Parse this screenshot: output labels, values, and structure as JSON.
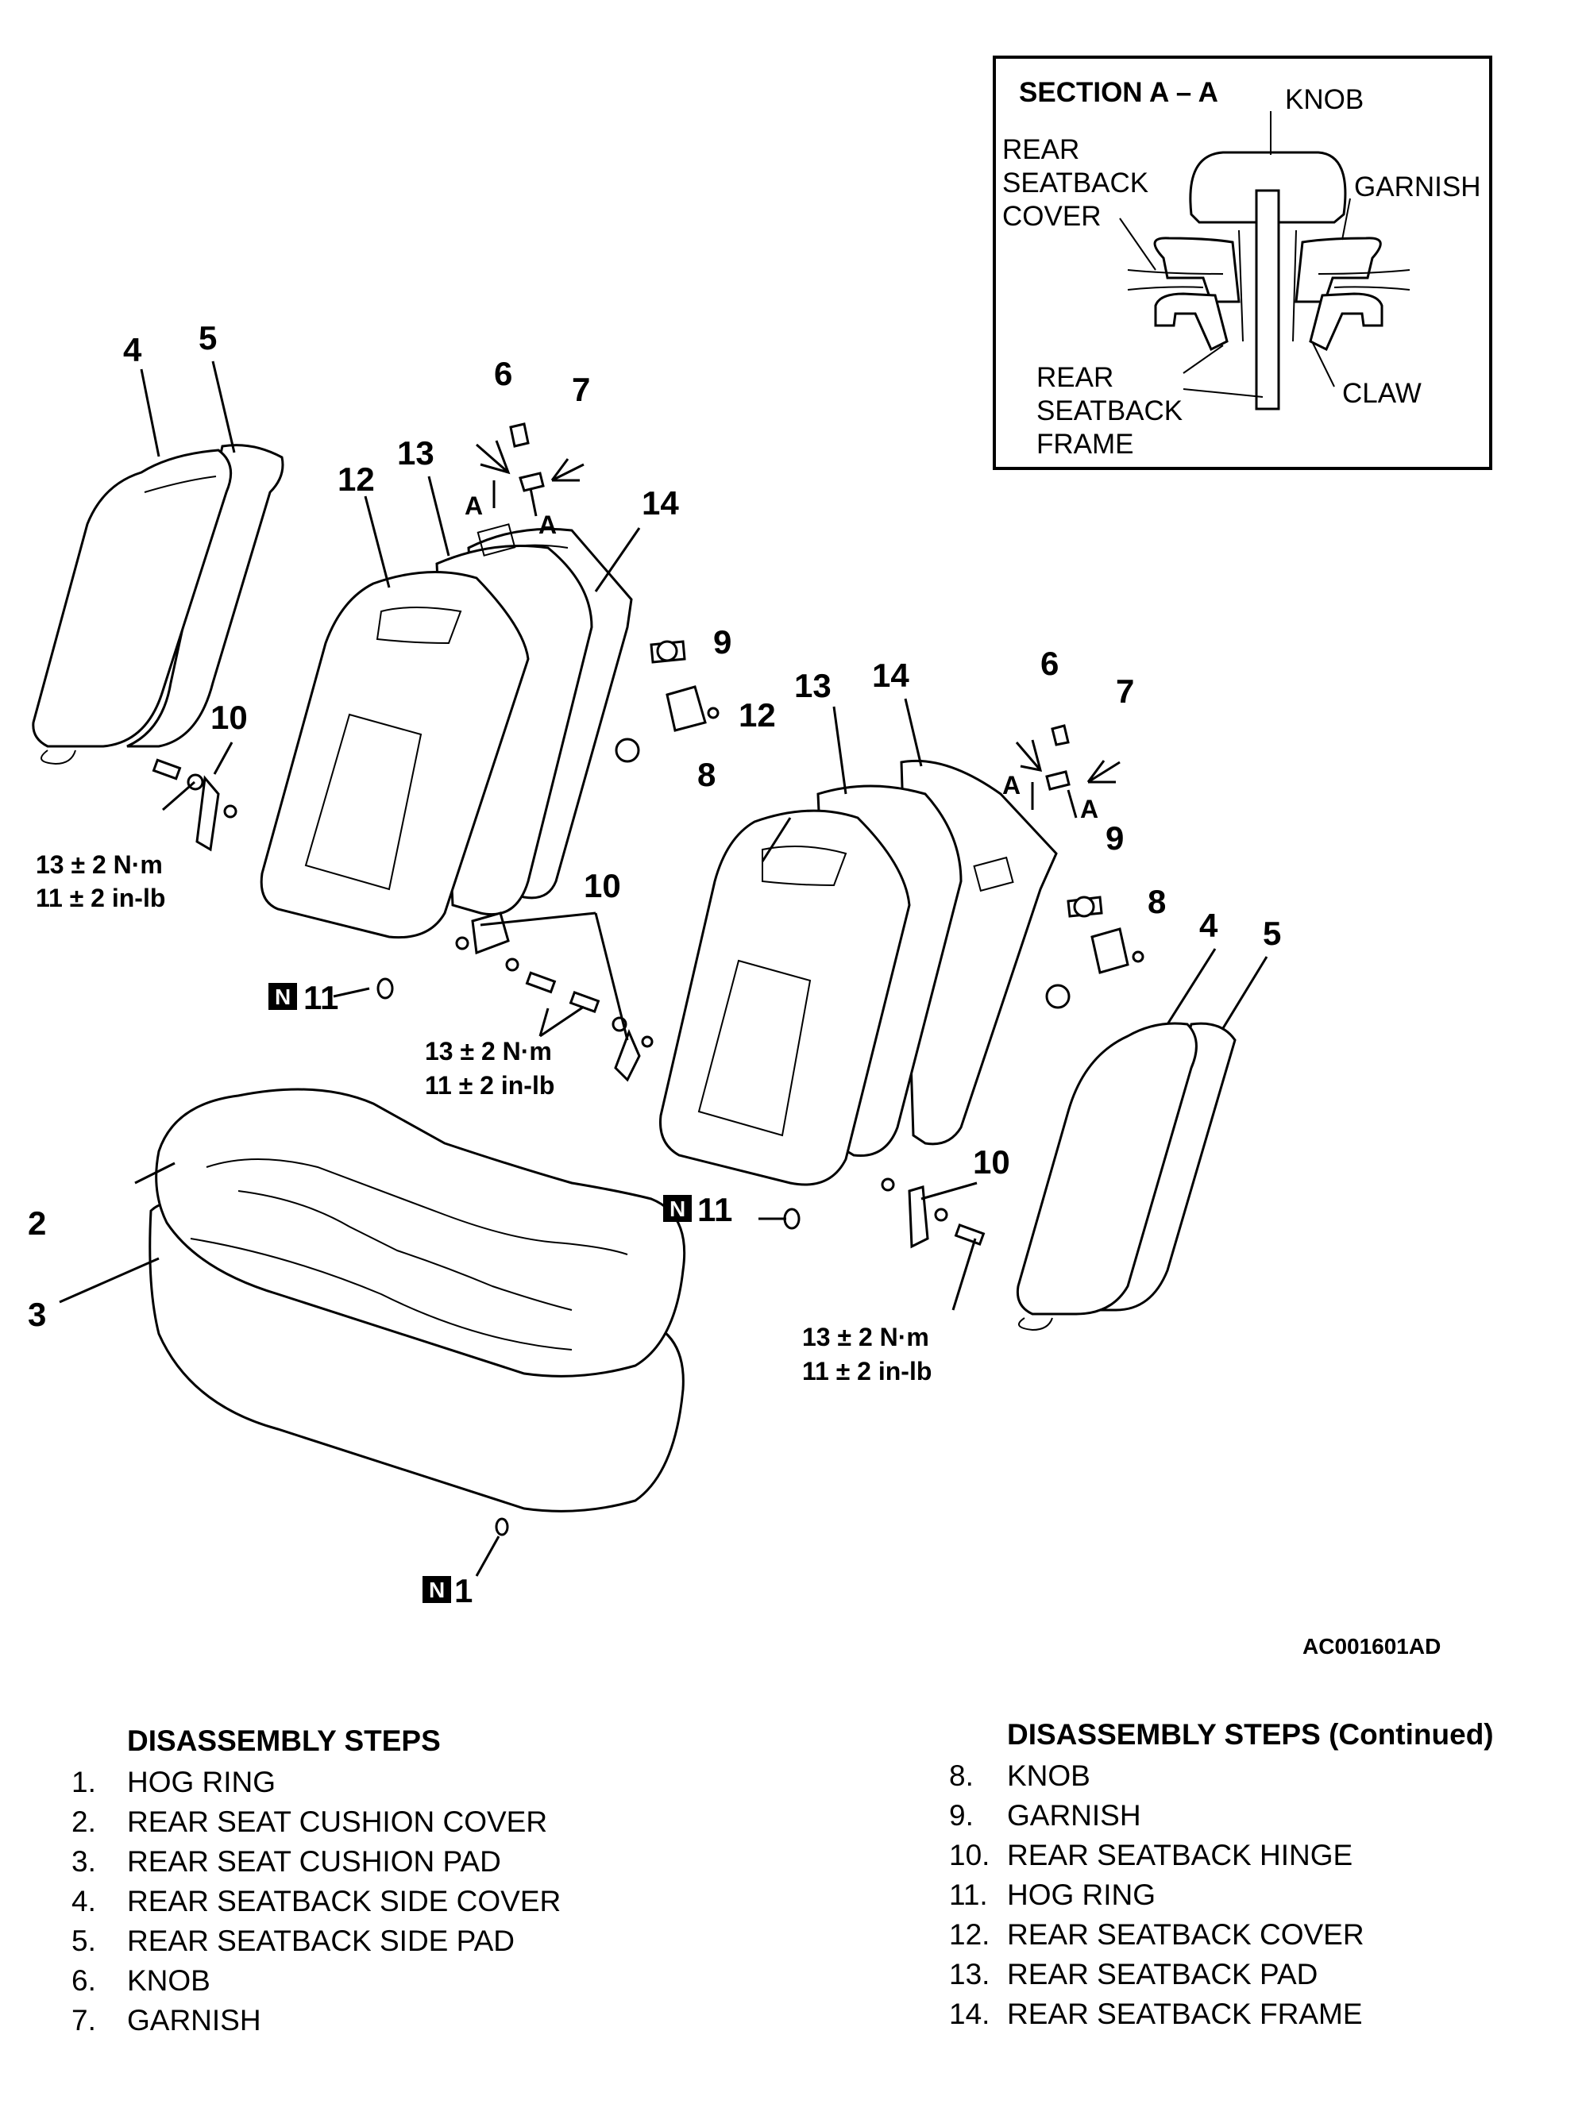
{
  "section": {
    "title": "SECTION A – A",
    "knob": "KNOB",
    "garnish": "GARNISH",
    "claw": "CLAW",
    "cover": [
      "REAR",
      "SEATBACK",
      "COVER"
    ],
    "frame": [
      "REAR",
      "SEATBACK",
      "FRAME"
    ]
  },
  "callouts": {
    "n1": "1",
    "n2": "2",
    "n3": "3",
    "n4": "4",
    "n5": "5",
    "n6": "6",
    "n7": "7",
    "n8": "8",
    "n9": "9",
    "n10": "10",
    "n11": "11",
    "n12": "12",
    "n13": "13",
    "n14": "14",
    "new_part_marker": "N",
    "section_arrow": "A"
  },
  "torque": {
    "nm": "13 ± 2 N·m",
    "inlb": "11 ± 2 in-lb"
  },
  "figure_code": "AC001601AD",
  "steps_left": {
    "title": "DISASSEMBLY STEPS",
    "items": [
      {
        "num": "1.",
        "text": "HOG RING"
      },
      {
        "num": "2.",
        "text": "REAR SEAT CUSHION COVER"
      },
      {
        "num": "3.",
        "text": "REAR SEAT CUSHION PAD"
      },
      {
        "num": "4.",
        "text": "REAR SEATBACK SIDE COVER"
      },
      {
        "num": "5.",
        "text": "REAR SEATBACK SIDE PAD"
      },
      {
        "num": "6.",
        "text": "KNOB"
      },
      {
        "num": "7.",
        "text": "GARNISH"
      }
    ]
  },
  "steps_right": {
    "title": "DISASSEMBLY STEPS (Continued)",
    "items": [
      {
        "num": "8.",
        "text": "KNOB"
      },
      {
        "num": "9.",
        "text": "GARNISH"
      },
      {
        "num": "10.",
        "text": "REAR SEATBACK HINGE"
      },
      {
        "num": "11.",
        "text": "HOG RING"
      },
      {
        "num": "12.",
        "text": "REAR SEATBACK COVER"
      },
      {
        "num": "13.",
        "text": "REAR SEATBACK PAD"
      },
      {
        "num": "14.",
        "text": "REAR SEATBACK FRAME"
      }
    ]
  }
}
